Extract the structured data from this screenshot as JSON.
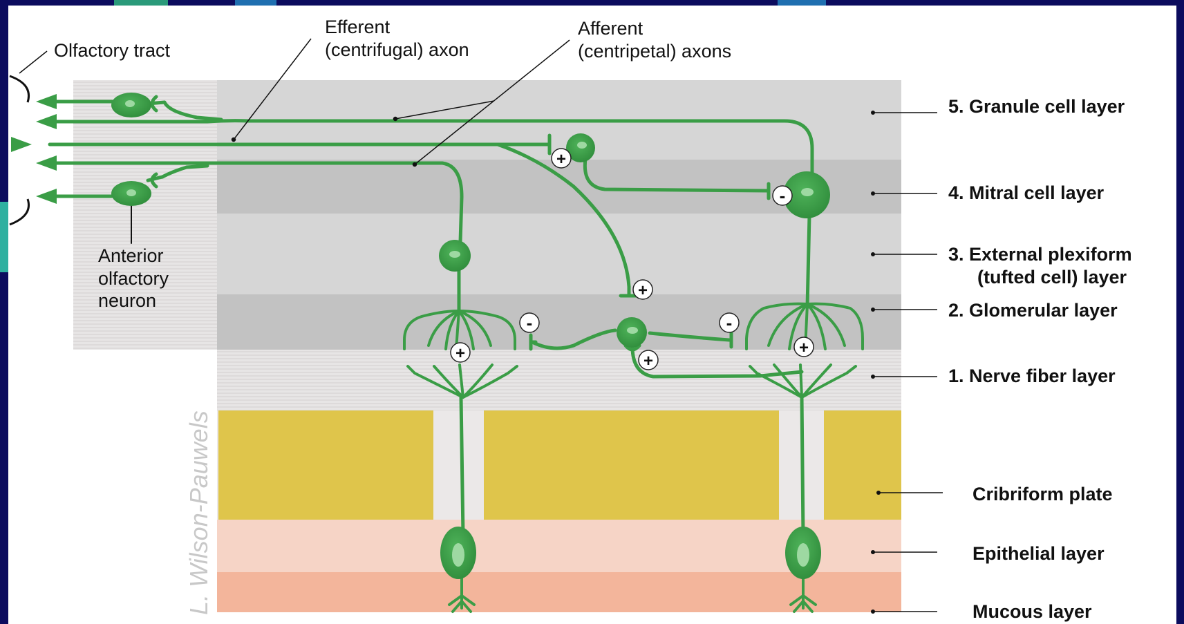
{
  "colors": {
    "frame": "#0c0c5e",
    "frame_tab": "#2a9a7a",
    "neuron_green": "#3a9d46",
    "neuron_light": "#9ed9a2",
    "granule_layer": "#d6d6d6",
    "mitral_layer": "#c2c2c2",
    "external_plexiform_layer": "#d6d6d6",
    "glomerular_layer": "#c2c2c2",
    "nerve_fiber_layer": "#e2dede",
    "cribriform_plate": "#dfc54b",
    "epithelial_layer": "#f6d4c6",
    "mucous_layer": "#f3b59b"
  },
  "labels": {
    "olfactory_tract": "Olfactory tract",
    "efferent_line1": "Efferent",
    "efferent_line2": "(centrifugal) axon",
    "afferent_line1": "Afferent",
    "afferent_line2": "(centripetal) axons",
    "anterior_line1": "Anterior",
    "anterior_line2": "olfactory",
    "anterior_line3": "neuron"
  },
  "layers": {
    "granule": "5.  Granule cell layer",
    "mitral": "4.  Mitral cell layer",
    "external_plexiform_line1": "3.  External plexiform",
    "external_plexiform_line2": "(tufted cell) layer",
    "glomerular": "2.  Glomerular layer",
    "nerve_fiber": "1.  Nerve fiber layer",
    "cribriform": "Cribriform plate",
    "epithelial": "Epithelial layer",
    "mucous": "Mucous layer"
  },
  "synapse_signs": {
    "plus": "+",
    "minus": "-"
  },
  "signature": "L. Wilson-Pauwels"
}
